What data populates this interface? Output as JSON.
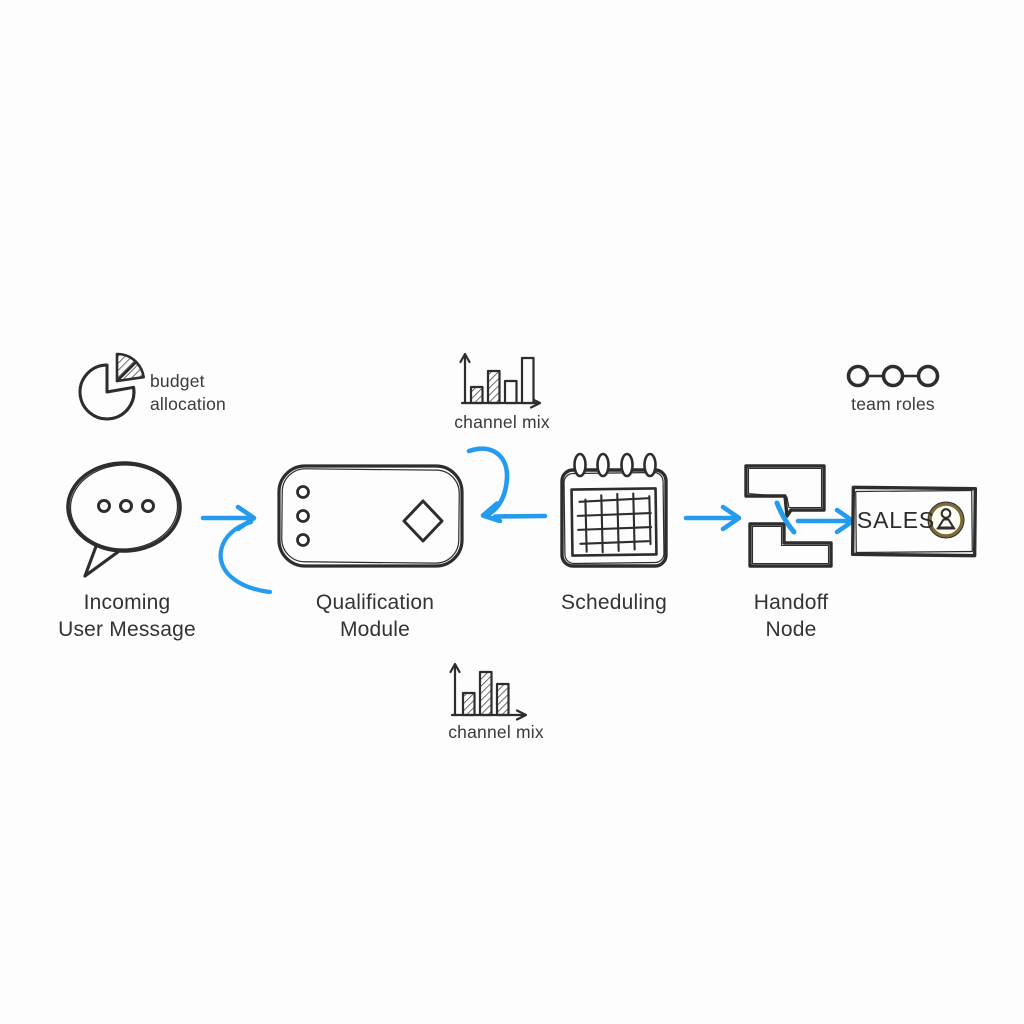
{
  "colors": {
    "background": "#fdfdfd",
    "ink": "#2d2d2d",
    "label_text": "#3a3a3a",
    "accent_blue": "#259bef",
    "badge_ring_gold": "#7d6b35"
  },
  "annotations": {
    "budget_allocation": {
      "icon": "pie-chart-icon",
      "line1": "budget",
      "line2": "allocation"
    },
    "channel_mix_top": {
      "icon": "bar-chart-icon",
      "label": "channel mix",
      "bars": [
        {
          "h": 16,
          "hatch": true
        },
        {
          "h": 32,
          "hatch": true
        },
        {
          "h": 22,
          "hatch": false
        },
        {
          "h": 45,
          "hatch": false
        }
      ]
    },
    "team_roles": {
      "icon": "linked-nodes-icon",
      "label": "team roles",
      "node_count": 3
    },
    "channel_mix_bottom": {
      "icon": "bar-chart-icon",
      "label": "channel mix",
      "bars": [
        {
          "h": 22,
          "hatch": true
        },
        {
          "h": 43,
          "hatch": true
        },
        {
          "h": 31,
          "hatch": true
        }
      ]
    }
  },
  "flow_nodes": {
    "incoming": {
      "icon": "speech-bubble-icon",
      "line1": "Incoming",
      "line2": "User Message"
    },
    "qualification": {
      "icon": "module-card-icon",
      "line1": "Qualification",
      "line2": "Module"
    },
    "scheduling": {
      "icon": "calendar-icon",
      "label": "Scheduling"
    },
    "handoff": {
      "icon": "interlocking-blocks-icon",
      "line1": "Handoff",
      "line2": "Node"
    },
    "sales": {
      "icon": "person-badge-icon",
      "label": "SALES"
    }
  },
  "connections": [
    {
      "from": "incoming",
      "to": "qualification",
      "style": "straight-arrow"
    },
    {
      "from": "channel_mix_top",
      "to": "qualification",
      "style": "curved-arrow"
    },
    {
      "from": "scheduling",
      "to": "handoff",
      "style": "straight-arrow"
    },
    {
      "from": "handoff",
      "to": "sales",
      "style": "straight-arrow"
    }
  ]
}
